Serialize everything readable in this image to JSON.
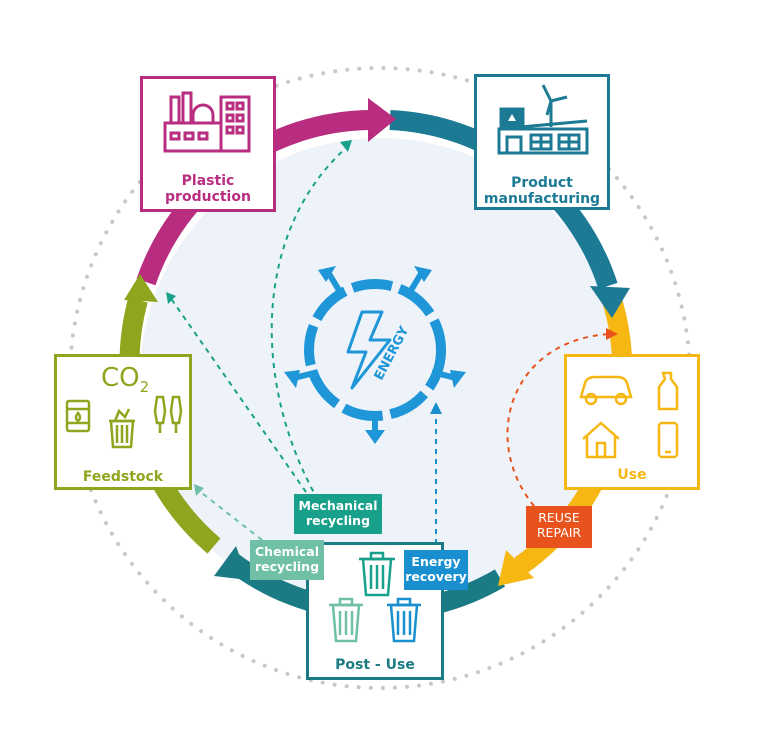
{
  "stages": {
    "plastic_production": {
      "line1": "Plastic",
      "line2": "production",
      "color": "#b82d7f"
    },
    "product_manufacturing": {
      "line1": "Product",
      "line2": "manufacturing",
      "color": "#1c7a94"
    },
    "use": {
      "label": "Use",
      "color": "#f7b712"
    },
    "post_use": {
      "label": "Post - Use",
      "color": "#1a7b84"
    },
    "feedstock": {
      "label": "Feedstock",
      "co2_main": "CO",
      "co2_sub": "2",
      "color": "#8fa51e"
    }
  },
  "loops": {
    "mechanical": {
      "line1": "Mechanical",
      "line2": "recycling",
      "color": "#19a08a"
    },
    "chemical": {
      "line1": "Chemical",
      "line2": "recycling",
      "color": "#6fc0a6"
    },
    "energy_recovery": {
      "line1": "Energy",
      "line2": "recovery",
      "color": "#1a8fd0"
    },
    "reuse": {
      "line1": "REUSE",
      "line2": "REPAIR",
      "color": "#e8531d"
    }
  },
  "energy_hub": {
    "label": "ENERGY",
    "color": "#1e96d8"
  },
  "colors": {
    "ring_magenta": "#b82d7f",
    "ring_teal": "#1c7a94",
    "ring_yellow": "#f7b712",
    "ring_green": "#8fa51e",
    "dotted_ring": "#c8c8c8",
    "center_fill": "#eef3fa"
  }
}
